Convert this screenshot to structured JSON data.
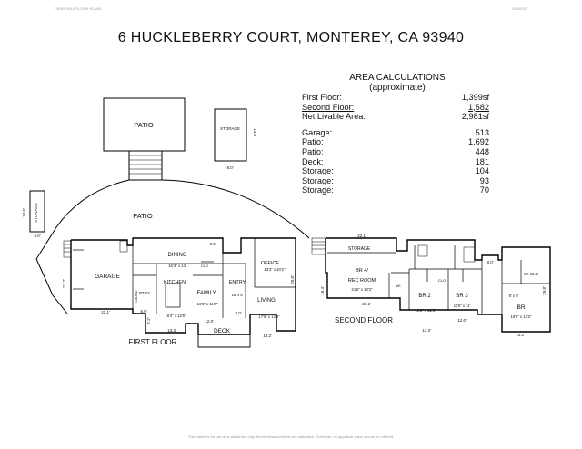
{
  "header": {
    "left": "PENINSULA FLOOR PLANS",
    "right": "7/10/2020"
  },
  "title": "6 HUCKLEBERRY COURT, MONTEREY, CA 93940",
  "area": {
    "heading1": "AREA CALCULATIONS",
    "heading2": "(approximate)",
    "rows1": [
      {
        "label": "First Floor:",
        "value": "1,399sf"
      },
      {
        "label": "Second Floor:",
        "value": "1,582"
      },
      {
        "label": "Net Livable Area:",
        "value": "2,981sf"
      }
    ],
    "rows2": [
      {
        "label": "Garage:",
        "value": "513"
      },
      {
        "label": "Patio:",
        "value": "1,692"
      },
      {
        "label": "Patio:",
        "value": "448"
      },
      {
        "label": "Deck:",
        "value": "181"
      },
      {
        "label": "Storage:",
        "value": "104"
      },
      {
        "label": "Storage:",
        "value": "93"
      },
      {
        "label": "Storage:",
        "value": "70"
      }
    ]
  },
  "plan": {
    "patio_top": "PATIO",
    "storage_top": "STORAGE",
    "storage_top_w": "8.0'",
    "storage_top_h": "13.0'",
    "patio_mid": "PATIO",
    "storage_left": "STORAGE",
    "storage_left_h": "14.0'",
    "storage_left_w": "5.0'",
    "garage": "GARAGE",
    "garage_h": "23.2'",
    "garage_w": "22.1'",
    "dining": "DINING",
    "dining_dim": "16'3\" x 13'",
    "dim_9": "9.0'",
    "kitchen": "KITCHEN",
    "kitchen_dim": "16'4\" x 12'6\"",
    "ptry": "PTRY",
    "laund": "LAUND",
    "family": "FAMILY",
    "family_dim": "16'8\" x 11'6\"",
    "entry": "ENTRY",
    "entry_dim": "15' x 8'",
    "office": "OFFICE",
    "office_dim": "13'3\" x 10'2\"",
    "living": "LIVING",
    "living_dim": "17'5\" x 13'3\"",
    "deck": "DECK",
    "dim_12": "12.0'",
    "dim_133": "13.3'",
    "dim_142": "14.2'",
    "dim_208": "20.8'",
    "dim_60": "6.0'",
    "dim_72": "7.2'",
    "dim_80": "8.0'",
    "clo": "CLO",
    "first_floor": "FIRST FLOOR",
    "second_floor": "SECOND FLOOR",
    "s_storage": "STORAGE",
    "s_dim_221": "22.1'",
    "br4": "BR 4/",
    "rec_room": "REC ROOM",
    "rec_dim": "21'6\" x 13'3\"",
    "s_dim_164": "16.4'",
    "s_dim_281": "28.1'",
    "br2": "BR 2",
    "br2_dim": "14'2\" x 12'3\"",
    "br3": "BR 3",
    "br3_dim": "11'6\" x 11'",
    "s_dim_133": "13.3'",
    "s_dim_120": "12.0'",
    "wi_clo": "WI CLO",
    "br": "BR",
    "br_dim": "16'0\" x 13'3\"",
    "s_dim_88": "8' x 8'",
    "s_dim_298": "29.8'",
    "s_dim_142": "14.2'",
    "wi": "WI",
    "s_dim_80": "8.0'"
  },
  "footer": "This model is for use as a visual tool only. Some measurements are estimates. Therefore, no appraisal value should be inferred."
}
